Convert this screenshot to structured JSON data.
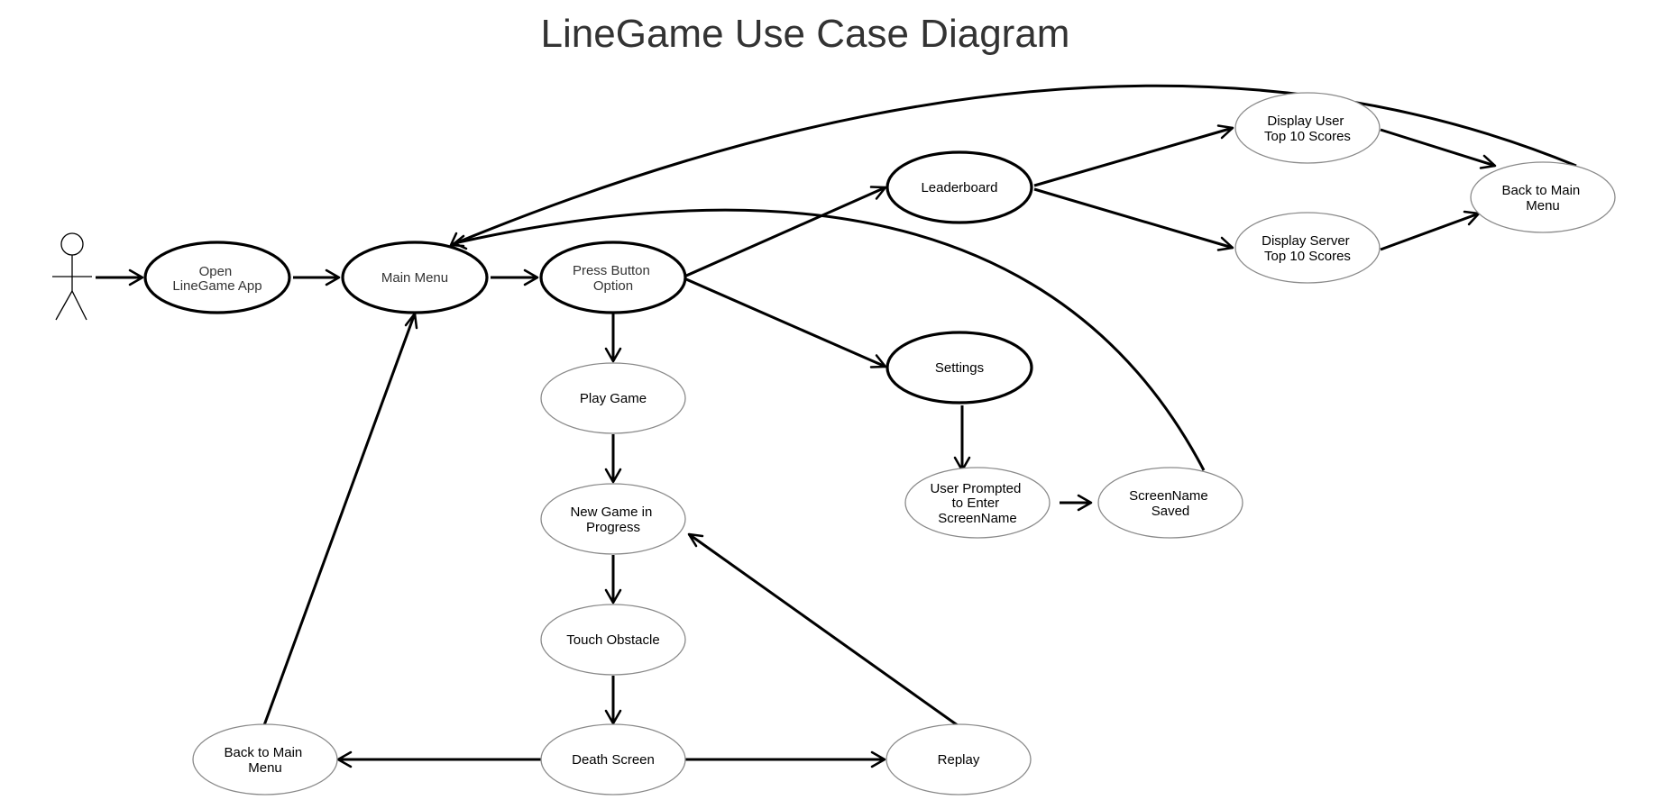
{
  "title": "LineGame Use Case Diagram",
  "nodes": {
    "open_app": [
      "Open",
      "LineGame App"
    ],
    "main_menu": [
      "Main Menu"
    ],
    "press_button": [
      "Press Button",
      "Option"
    ],
    "leaderboard": [
      "Leaderboard"
    ],
    "display_user": [
      "Display User",
      "Top 10 Scores"
    ],
    "display_server": [
      "Display Server",
      "Top 10 Scores"
    ],
    "back_main_top": [
      "Back to Main",
      "Menu"
    ],
    "settings": [
      "Settings"
    ],
    "user_prompted": [
      "User Prompted",
      "to Enter",
      "ScreenName"
    ],
    "screenname_saved": [
      "ScreenName",
      "Saved"
    ],
    "play_game": [
      "Play Game"
    ],
    "new_game": [
      "New Game in",
      "Progress"
    ],
    "touch_obstacle": [
      "Touch Obstacle"
    ],
    "death_screen": [
      "Death Screen"
    ],
    "replay": [
      "Replay"
    ],
    "back_main_bottom": [
      "Back to Main",
      "Menu"
    ]
  },
  "edges": [
    {
      "from": "actor",
      "to": "open_app"
    },
    {
      "from": "open_app",
      "to": "main_menu"
    },
    {
      "from": "main_menu",
      "to": "press_button"
    },
    {
      "from": "press_button",
      "to": "leaderboard"
    },
    {
      "from": "press_button",
      "to": "settings"
    },
    {
      "from": "press_button",
      "to": "play_game"
    },
    {
      "from": "leaderboard",
      "to": "display_user"
    },
    {
      "from": "leaderboard",
      "to": "display_server"
    },
    {
      "from": "display_user",
      "to": "back_main_top"
    },
    {
      "from": "display_server",
      "to": "back_main_top"
    },
    {
      "from": "back_main_top",
      "to": "main_menu"
    },
    {
      "from": "settings",
      "to": "user_prompted"
    },
    {
      "from": "user_prompted",
      "to": "screenname_saved"
    },
    {
      "from": "screenname_saved",
      "to": "main_menu"
    },
    {
      "from": "play_game",
      "to": "new_game"
    },
    {
      "from": "new_game",
      "to": "touch_obstacle"
    },
    {
      "from": "touch_obstacle",
      "to": "death_screen"
    },
    {
      "from": "death_screen",
      "to": "replay"
    },
    {
      "from": "death_screen",
      "to": "back_main_bottom"
    },
    {
      "from": "replay",
      "to": "new_game"
    },
    {
      "from": "back_main_bottom",
      "to": "main_menu"
    }
  ]
}
